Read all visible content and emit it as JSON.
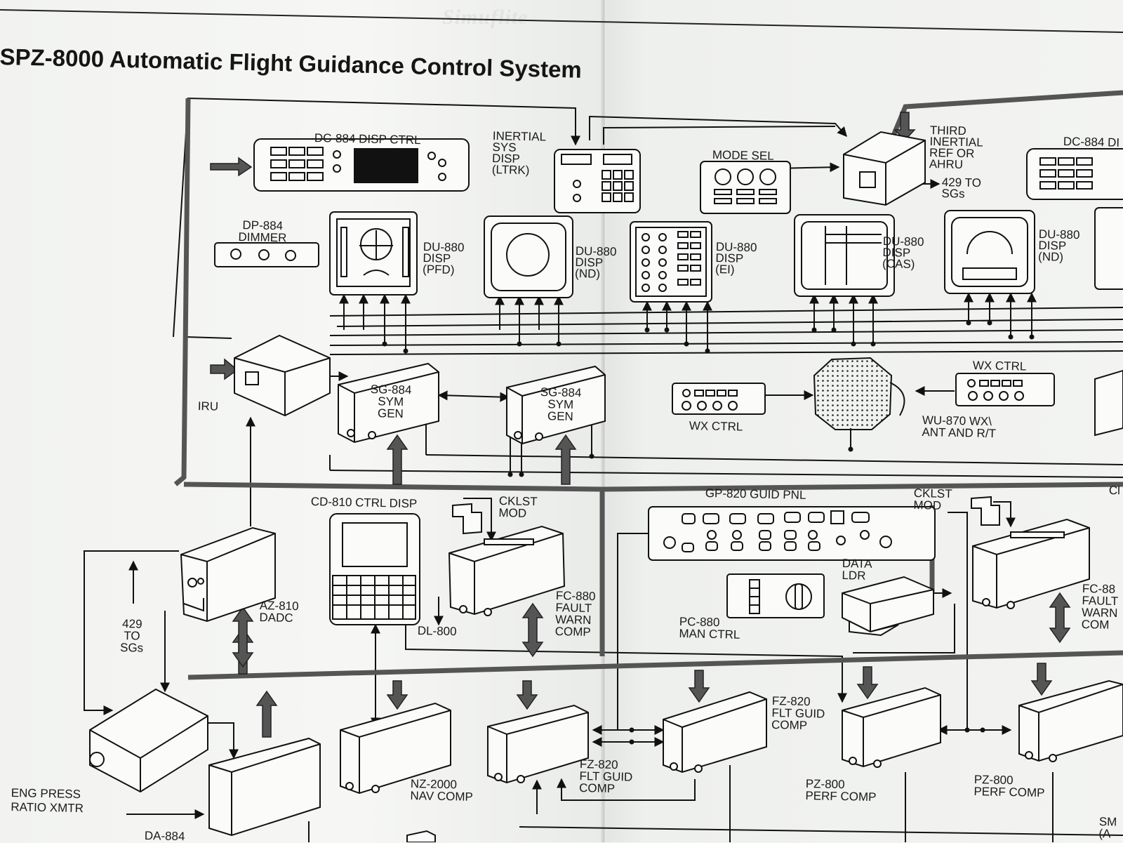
{
  "title": "SPZ-8000 Automatic Flight Guidance Control System",
  "watermark": "Simuflite",
  "labels": {
    "dc884_left": "DC-884 DISP CTRL",
    "inertial_sys_disp": "INERTIAL\nSYS\nDISP\n(LTRK)",
    "mode_sel": "MODE SEL",
    "third_inertial": "THIRD\nINERTIAL\nREF OR\nAHRU",
    "to_sgs_top": "429 TO\nSGs",
    "dc884_right": "DC-884 DI",
    "dp884": "DP-884\nDIMMER",
    "du880_pfd": "DU-880\nDISP\n(PFD)",
    "du880_nd_left": "DU-880\nDISP\n(ND)",
    "du880_ei": "DU-880\nDISP\n(EI)",
    "du880_cas": "DU-880\nDISP\n(CAS)",
    "du880_nd_right": "DU-880\nDISP\n(ND)",
    "iru": "IRU",
    "sg884_left": "SG-884\nSYM\nGEN",
    "sg884_right": "SG-884\nSYM\nGEN",
    "wx_ctrl_left": "WX CTRL",
    "wx_ctrl_right": "WX CTRL",
    "wu870": "WU-870 WX\\\nANT AND R/T",
    "cd810": "CD-810 CTRL DISP",
    "cklst_left": "CKLST\nMOD",
    "gp820": "GP-820 GUID PNL",
    "cklst_right": "CKLST\nMOD",
    "cl_edge": "Cl",
    "az810": "AZ-810\nDADC",
    "to_sgs_left": "429\nTO\nSGs",
    "dl800": "DL-800",
    "fc880_left": "FC-880\nFAULT\nWARN\nCOMP",
    "data_ldr": "DATA\nLDR",
    "pc880": "PC-880\nMAN CTRL",
    "fc880_right": "FC-88\nFAULT\nWARN\nCOM",
    "fz820_right": "FZ-820\nFLT GUID\nCOMP",
    "nz2000": "NZ-2000\nNAV COMP",
    "fz820_left": "FZ-820\nFLT GUID\nCOMP",
    "pz800_left": "PZ-800\nPERF COMP",
    "pz800_right": "PZ-800\nPERF COMP",
    "eng_press": "ENG PRESS\nRATIO XMTR",
    "da884": "DA-884",
    "sm_edge": "SM\n(A"
  }
}
